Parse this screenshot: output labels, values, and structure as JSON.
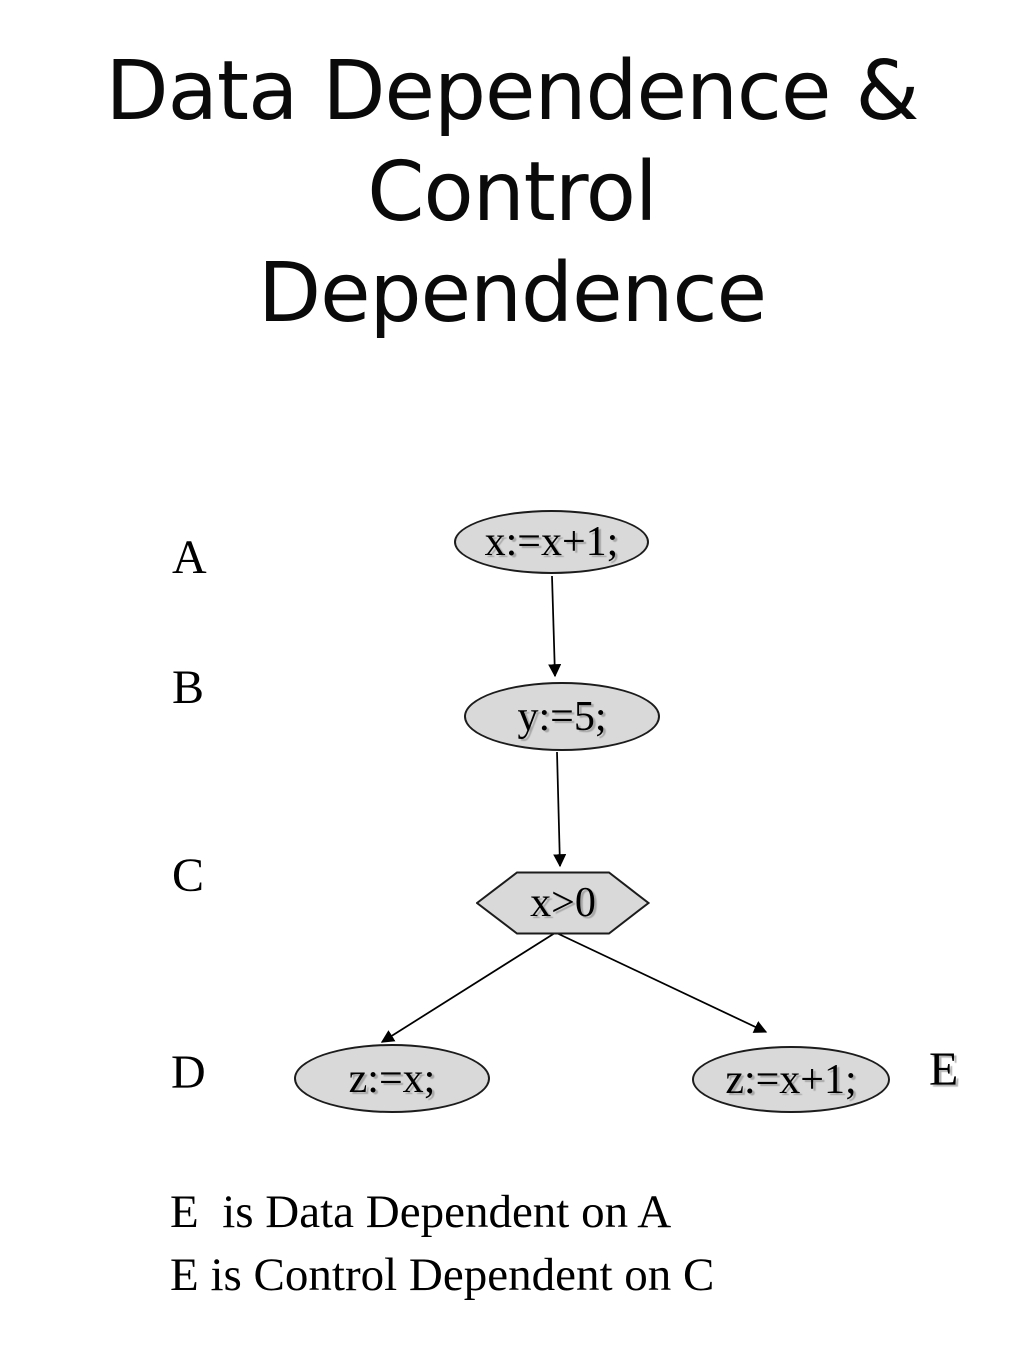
{
  "slide": {
    "title_lines": [
      "Data Dependence &",
      "Control",
      "Dependence"
    ],
    "notes": [
      "E  is Data Dependent on A",
      "E is Control Dependent on C"
    ]
  },
  "diagram": {
    "row_labels": {
      "a": "A",
      "b": "B",
      "c": "C",
      "d": "D",
      "e": "E"
    },
    "nodes": {
      "a": {
        "text": "x:=x+1;",
        "shape": "ellipse"
      },
      "b": {
        "text": "y:=5;",
        "shape": "ellipse"
      },
      "c": {
        "text": "x>0",
        "shape": "hexagon"
      },
      "d": {
        "text": "z:=x;",
        "shape": "ellipse"
      },
      "e": {
        "text": "z:=x+1;",
        "shape": "ellipse"
      }
    },
    "edges": [
      "A to B",
      "B to C",
      "C to D",
      "C to E"
    ],
    "colors": {
      "background": "#ffffff",
      "node_fill": "#d9d9d9",
      "node_stroke": "#1c1c1c",
      "text": "#000000"
    }
  }
}
